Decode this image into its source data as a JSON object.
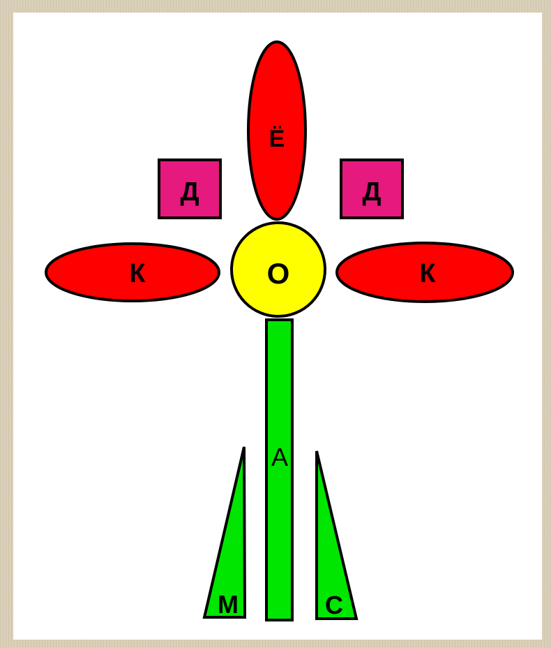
{
  "flower": {
    "top_petal": {
      "letter": "Ё",
      "color": "#ff0000"
    },
    "left_square": {
      "letter": "Д",
      "color": "#e6197e"
    },
    "right_square": {
      "letter": "Д",
      "color": "#e6197e"
    },
    "left_petal": {
      "letter": "К",
      "color": "#ff0000"
    },
    "right_petal": {
      "letter": "К",
      "color": "#ff0000"
    },
    "center": {
      "letter": "О",
      "color": "#ffff00"
    },
    "stem": {
      "letter": "А",
      "color": "#00e600"
    },
    "left_leaf": {
      "letter": "М",
      "color": "#00e600"
    },
    "right_leaf": {
      "letter": "С",
      "color": "#00e600"
    }
  }
}
